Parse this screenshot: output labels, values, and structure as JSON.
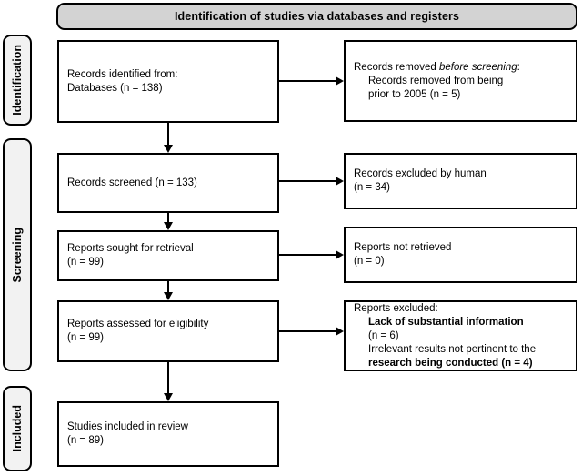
{
  "diagram": {
    "title": "PRISMA flow diagram",
    "phase_banner": {
      "label": "Identification of studies via databases and registers"
    },
    "stages": [
      {
        "id": "identification",
        "label": "Identification"
      },
      {
        "id": "screening",
        "label": "Screening"
      },
      {
        "id": "included",
        "label": "Included"
      }
    ],
    "boxes": {
      "identified": {
        "line1": "Records identified from:",
        "line2": "Databases (n = 138)"
      },
      "removed": {
        "line1_prefix": "Records removed ",
        "line1_italic": "before screening",
        "line1_suffix": ":",
        "line2": "Records removed from being",
        "line3": "prior to 2005 (n = 5)"
      },
      "screened": {
        "line1": "Records screened (n = 133)"
      },
      "excluded_human": {
        "line1": "Records excluded by human",
        "line2": "(n = 34)"
      },
      "sought": {
        "line1": "Reports sought for retrieval",
        "line2": "(n = 99)"
      },
      "not_retrieved": {
        "line1": "Reports not retrieved",
        "line2": "(n = 0)"
      },
      "assessed": {
        "line1": "Reports assessed for eligibility",
        "line2": "(n = 99)"
      },
      "reports_excluded": {
        "line1": "Reports excluded:",
        "line2": "Lack of substantial information",
        "line3": "(n = 6)",
        "line4": "Irrelevant results not pertinent to the",
        "line5": "research being conducted (n = 4)"
      },
      "included": {
        "line1": "Studies included in review",
        "line2": "(n = 89)"
      }
    },
    "colors": {
      "banner_fill": "#d3d3d3",
      "stage_fill": "#f2f2f2",
      "box_fill": "#ffffff",
      "stroke": "#000000"
    },
    "counts": {
      "records_identified": 138,
      "records_removed_before_screening": 5,
      "records_screened": 133,
      "records_excluded_by_human": 34,
      "reports_sought": 99,
      "reports_not_retrieved": 0,
      "reports_assessed": 99,
      "excluded_lack_of_information": 6,
      "excluded_irrelevant_results": 4,
      "studies_included": 89
    }
  }
}
